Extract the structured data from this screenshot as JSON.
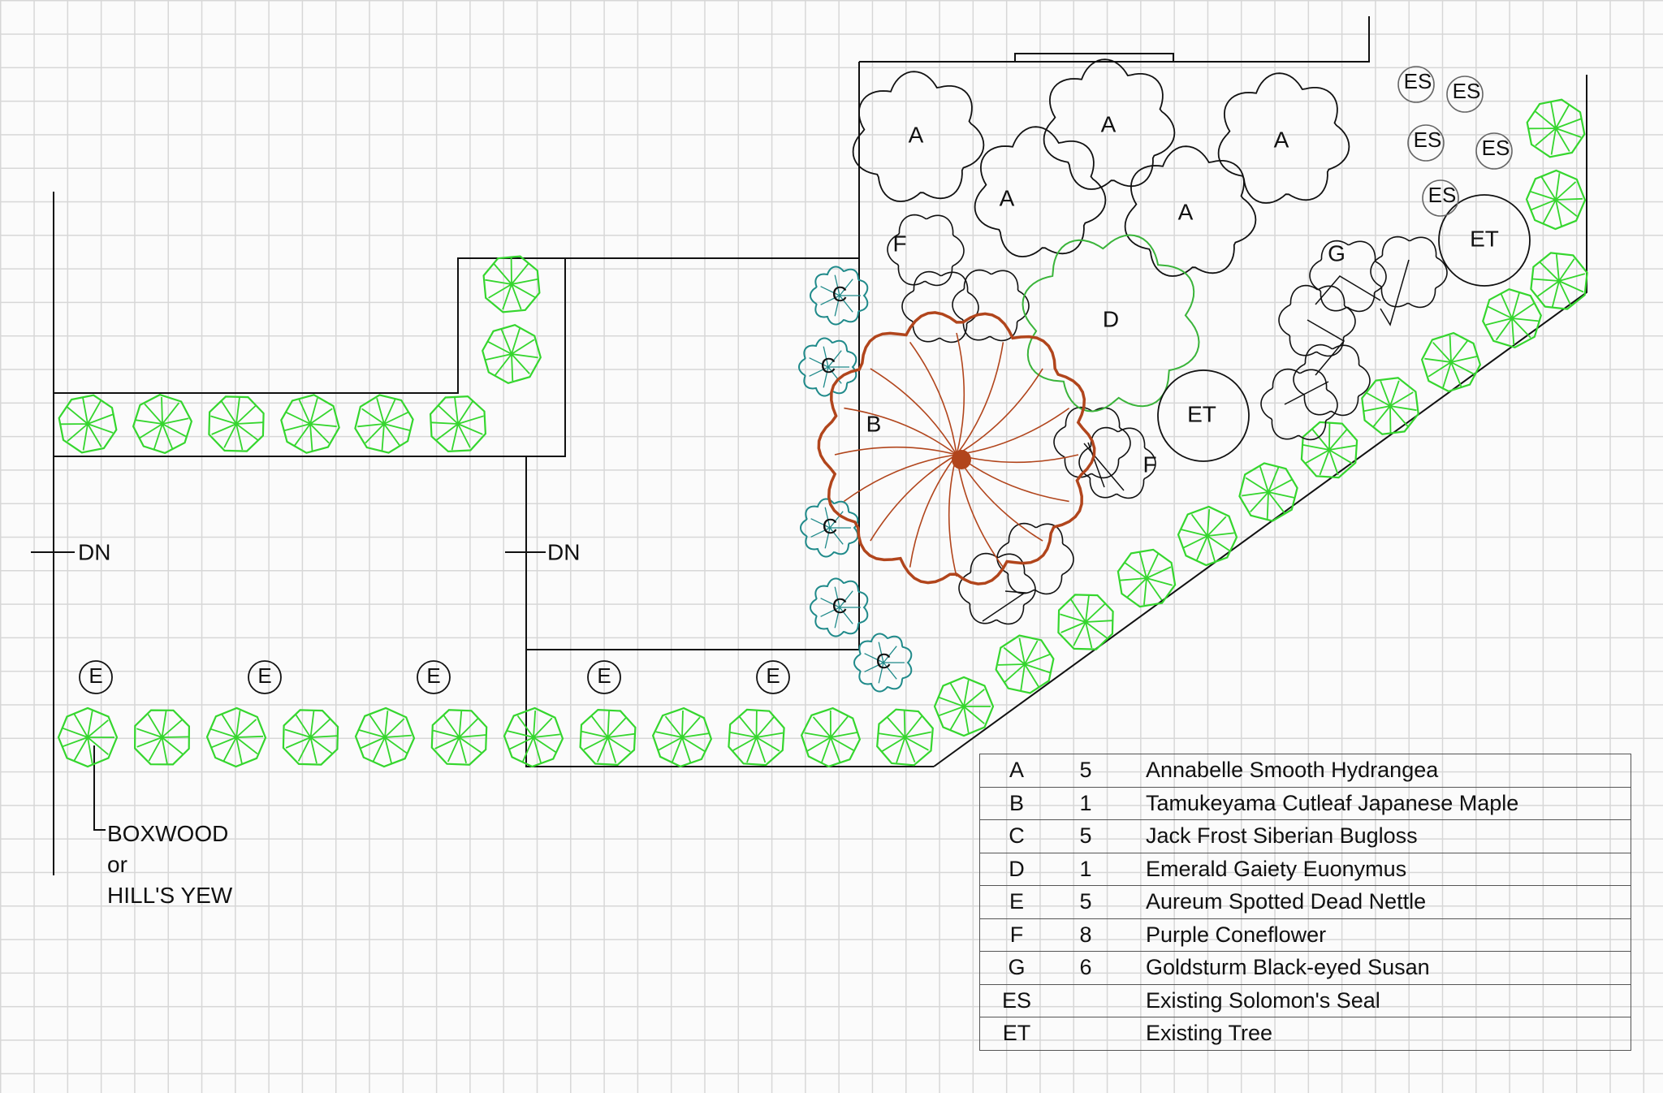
{
  "plant_labels": {
    "A": "A",
    "B": "B",
    "C": "C",
    "D": "D",
    "E": "E",
    "F": "F",
    "G": "G",
    "ES": "ES",
    "ET": "ET"
  },
  "stairs": {
    "left": "DN",
    "middle": "DN"
  },
  "boxwood_label": {
    "line1": "BOXWOOD",
    "line2": "or",
    "line3": "HILL'S YEW"
  },
  "legend": [
    {
      "code": "A",
      "qty": "5",
      "name": "Annabelle Smooth Hydrangea"
    },
    {
      "code": "B",
      "qty": "1",
      "name": "Tamukeyama Cutleaf Japanese Maple"
    },
    {
      "code": "C",
      "qty": "5",
      "name": "Jack Frost Siberian Bugloss"
    },
    {
      "code": "D",
      "qty": "1",
      "name": "Emerald Gaiety Euonymus"
    },
    {
      "code": "E",
      "qty": "5",
      "name": "Aureum Spotted Dead Nettle"
    },
    {
      "code": "F",
      "qty": "8",
      "name": "Purple Coneflower"
    },
    {
      "code": "G",
      "qty": "6",
      "name": "Goldsturm Black-eyed Susan"
    },
    {
      "code": "ES",
      "qty": "",
      "name": "Existing Solomon's Seal"
    },
    {
      "code": "ET",
      "qty": "",
      "name": "Existing Tree"
    }
  ],
  "colors": {
    "boxwood": "#35d62e",
    "maple": "#b1451c",
    "bugloss": "#1f8a8a",
    "euonymus": "#3ab43a",
    "linework": "#111111"
  }
}
